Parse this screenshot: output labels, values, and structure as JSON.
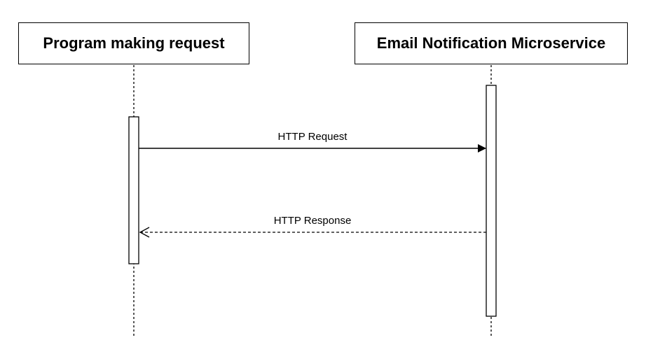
{
  "participants": {
    "left": {
      "label": "Program making request"
    },
    "right": {
      "label": "Email Notification Microservice"
    }
  },
  "messages": {
    "request": {
      "label": "HTTP Request",
      "style": "solid"
    },
    "response": {
      "label": "HTTP Response",
      "style": "dashed"
    }
  },
  "colors": {
    "stroke": "#000000",
    "background": "#ffffff"
  }
}
